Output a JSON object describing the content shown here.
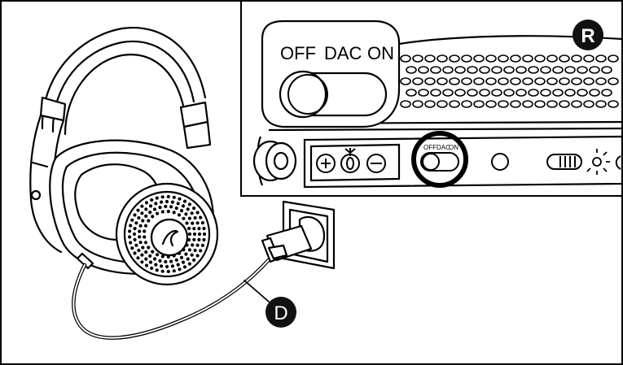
{
  "inset": {
    "switch_labels": {
      "off": "OFF",
      "dac": "DAC",
      "on": "ON"
    },
    "small_switch_labels": {
      "off": "OFF",
      "dac": "DAC",
      "on": "ON"
    }
  },
  "markers": {
    "right_ear": "R",
    "cable": "D"
  },
  "colors": {
    "line": "#000000",
    "background": "#ffffff",
    "badge": "#111111",
    "badge_text": "#ffffff"
  }
}
